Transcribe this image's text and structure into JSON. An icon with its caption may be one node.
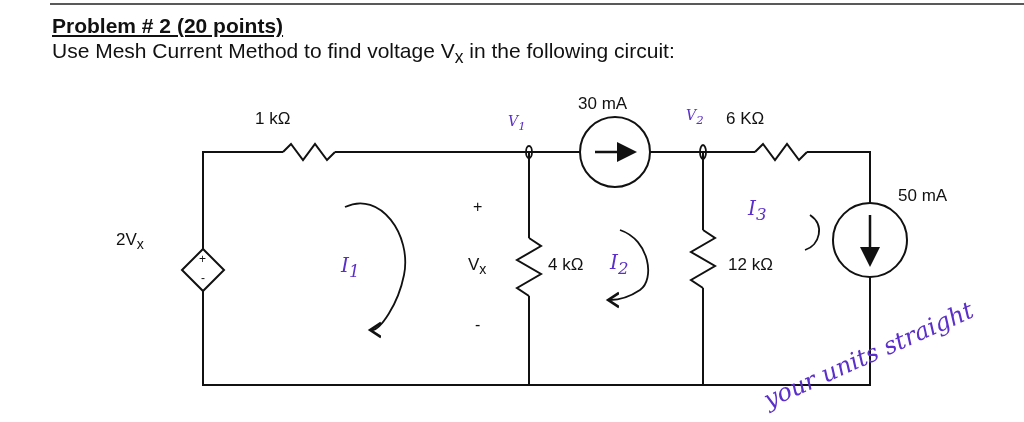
{
  "diagram": {
    "title": "Problem # 2 (20 points)",
    "labels": [
      "Use Mesh Current Method to find voltage V$_{x}$ in the following circuit:",
      "1 kΩ",
      "30 mA",
      "V$_{1}$",
      "V$_{2}$",
      "6 KΩ",
      "50 mA",
      "2V$_{x}$",
      "+",
      "-",
      "+",
      "V$_{x}$",
      "-",
      "I$_{1}$",
      "4 kΩ",
      "I$_{2}$",
      "12 kΩ",
      "I$_{3}$",
      "your units straight"
    ]
  }
}
